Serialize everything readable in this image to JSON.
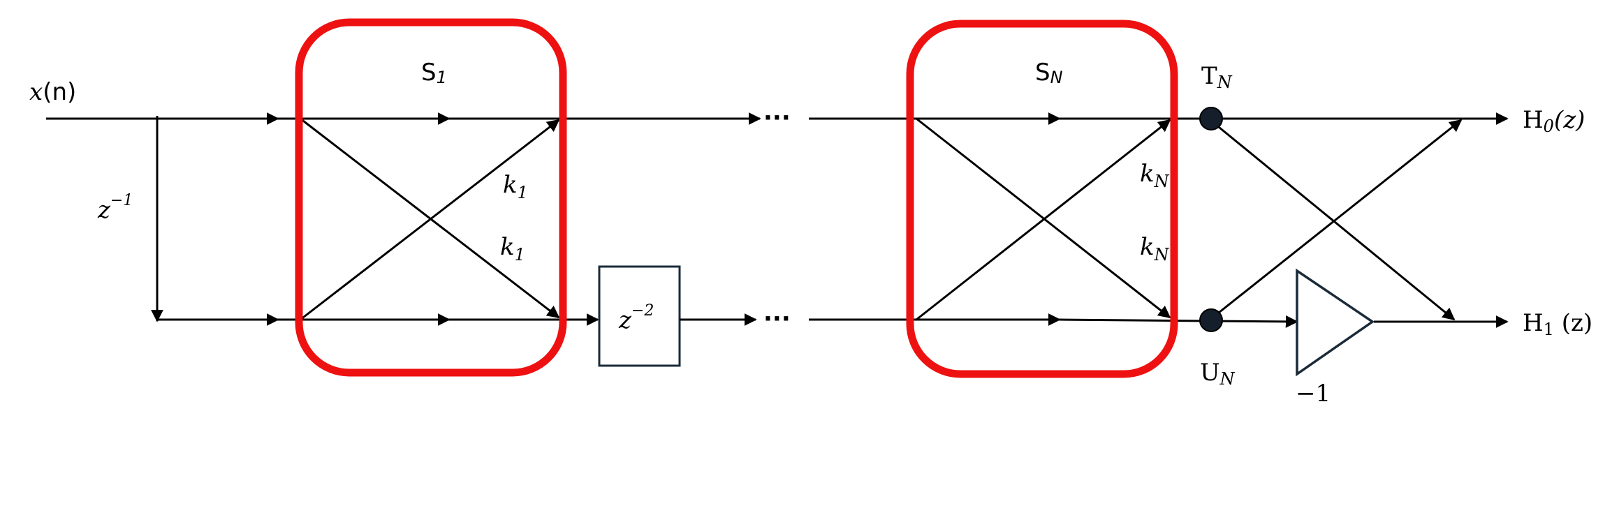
{
  "diagram": {
    "input_label": {
      "var": "x",
      "arg": "(n)"
    },
    "input_delay": {
      "base": "z",
      "exp": "−1"
    },
    "stage_1": {
      "label": "S",
      "sub": "1"
    },
    "stage_n": {
      "label": "S",
      "sub": "N"
    },
    "coef_1_upper": {
      "base": "k",
      "sub": "1"
    },
    "coef_1_lower": {
      "base": "k",
      "sub": "1"
    },
    "coef_n_upper": {
      "base": "k",
      "sub": "N"
    },
    "coef_n_lower": {
      "base": "k",
      "sub": "N"
    },
    "inter_delay": {
      "base": "z",
      "exp": "−2"
    },
    "ellipsis_top": "···",
    "ellipsis_bottom": "···",
    "node_t": {
      "base": "T",
      "sub": "N"
    },
    "node_u": {
      "base": "U",
      "sub": "N"
    },
    "gain_label": "−1",
    "output_0": {
      "base": "H",
      "sub": "0",
      "arg": "(z)"
    },
    "output_1": {
      "base": "H",
      "sub": "1",
      "arg": " (z)"
    },
    "colors": {
      "stage_box": "#ee1111",
      "line": "#000000",
      "node": "#151f2b"
    }
  }
}
